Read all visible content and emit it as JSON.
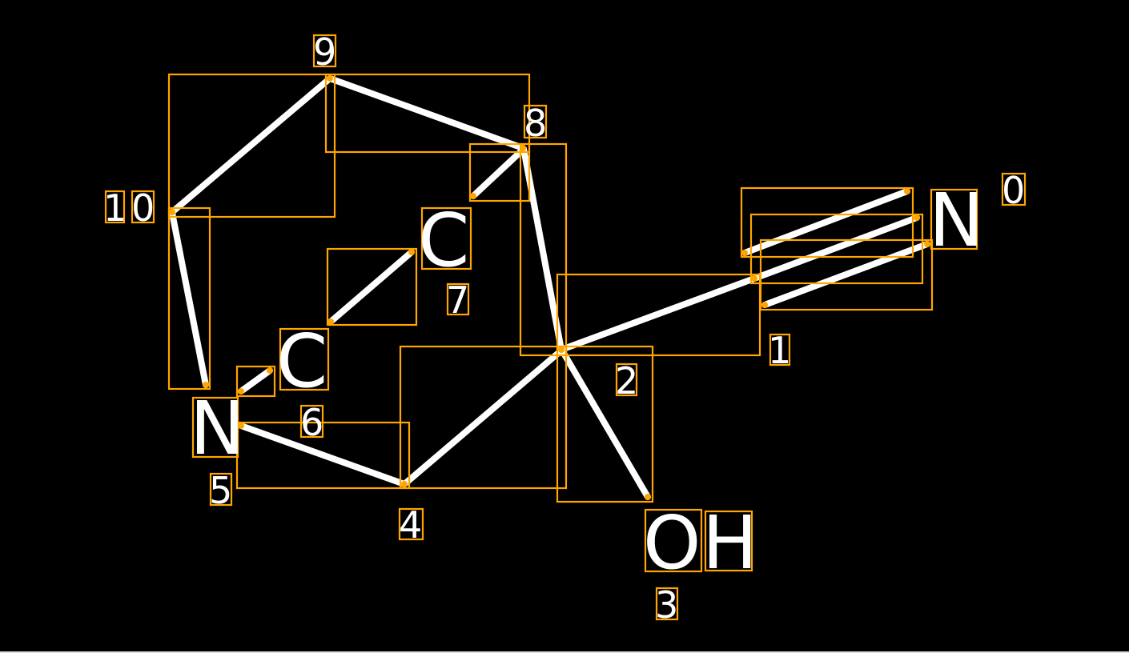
{
  "colors": {
    "background": "#000000",
    "bond": "#FFFFFF",
    "box": "#FFA500"
  },
  "atoms": {
    "n_top": "N",
    "c_upper": "C",
    "c_lower": "C",
    "n_left": "N",
    "o": "O",
    "h": "H"
  },
  "indices": {
    "i0": "0",
    "i1": "1",
    "i2": "2",
    "i3": "3",
    "i4": "4",
    "i5": "5",
    "i6": "6",
    "i7": "7",
    "i8": "8",
    "i9": "9",
    "i10a": "1",
    "i10b": "0"
  }
}
